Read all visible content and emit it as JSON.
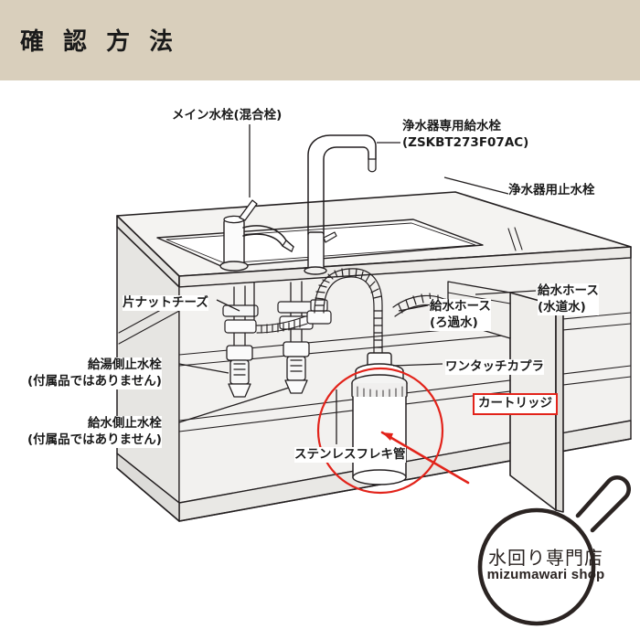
{
  "header": {
    "title": "確 認 方 法",
    "background_color": "#d9cfbc"
  },
  "diagram": {
    "name": "under-sink-water-purifier-installation-diagram",
    "highlight_color": "#e2231a",
    "line_color": "#231f20",
    "labels": {
      "main_faucet": "メイン水栓(混合栓)",
      "purifier_faucet_line1": "浄水器専用給水栓",
      "purifier_faucet_line2": "(ZSKBT273F07AC)",
      "purifier_stopcock": "浄水器用止水栓",
      "supply_hose_tap_line1": "給水ホース",
      "supply_hose_tap_line2": "(水道水)",
      "supply_hose_filtered_line1": "給水ホース",
      "supply_hose_filtered_line2": "(ろ過水)",
      "one_touch_coupler": "ワンタッチカプラ",
      "cartridge": "カートリッジ",
      "single_nut_tee": "片ナットチーズ",
      "hot_stopcock_line1": "給湯側止水栓",
      "hot_stopcock_line2": "(付属品ではありません)",
      "cold_stopcock_line1": "給水側止水栓",
      "cold_stopcock_line2": "(付属品ではありません)",
      "stainless_flex_pipe": "ステンレスフレキ管"
    }
  },
  "logo": {
    "japanese": "水回り専門店",
    "english": "mizumawari shop",
    "color": "#2b2422"
  }
}
